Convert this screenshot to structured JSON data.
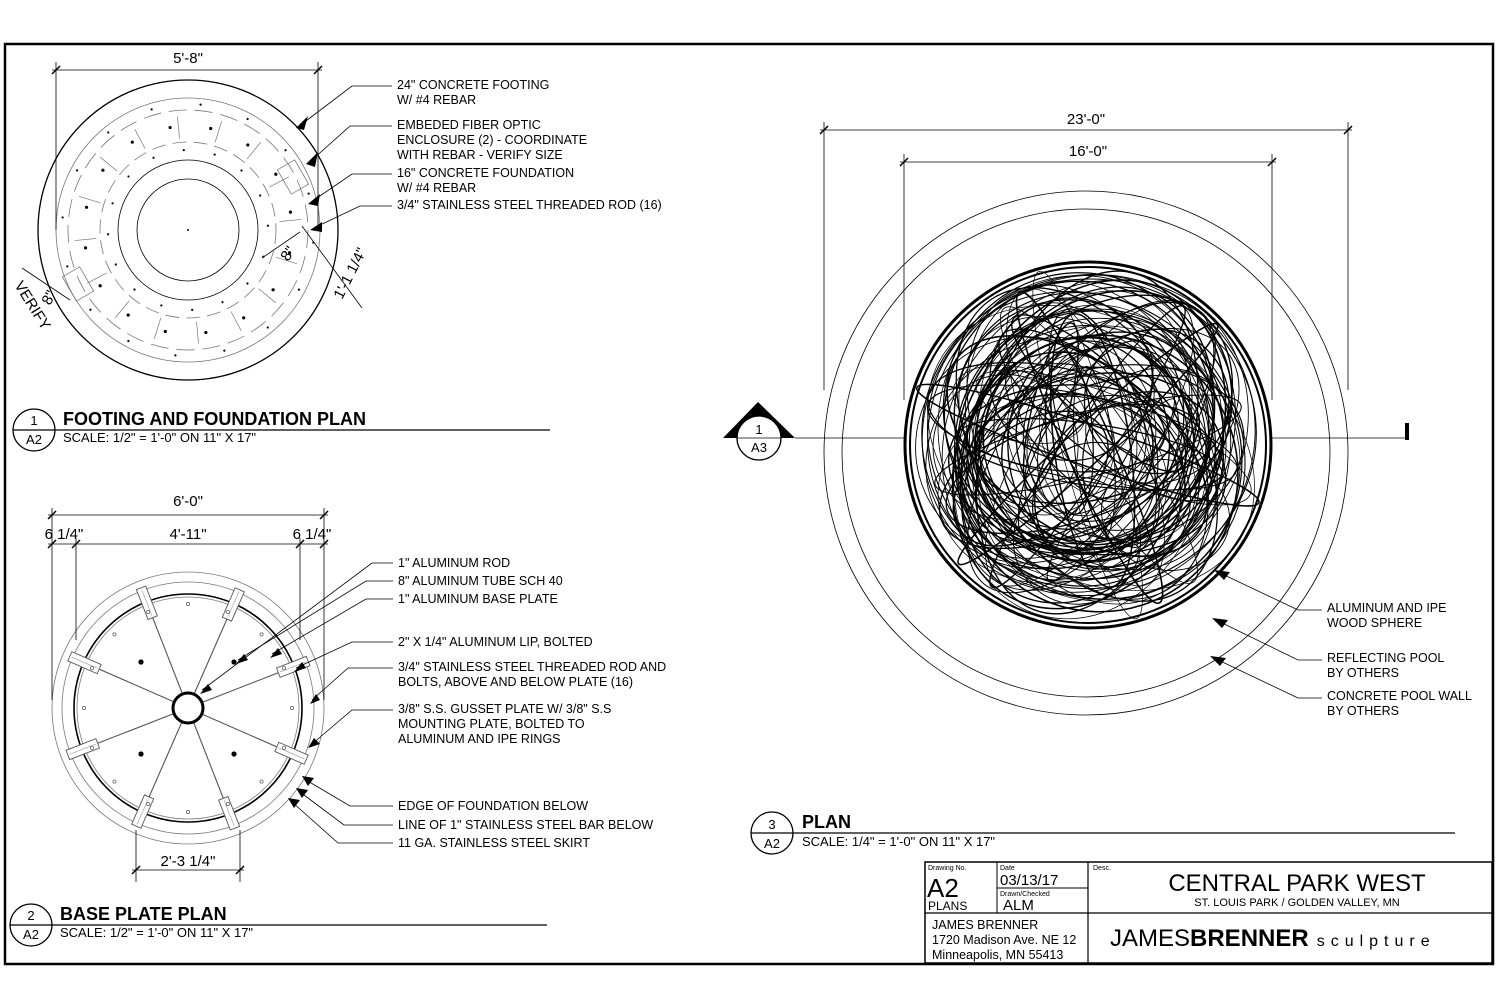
{
  "drawing_1": {
    "bubble_num": "1",
    "bubble_sheet": "A2",
    "title": "FOOTING AND FOUNDATION PLAN",
    "scale": "SCALE: 1/2\" = 1'-0\" ON 11\" X 17\"",
    "dims": {
      "overall": "5'-8\"",
      "ring": "8\"",
      "ring_outer": "1'-1 1/4\"",
      "verify_val": "8\"",
      "verify_label": "VERIFY"
    },
    "notes": [
      [
        "24\" CONCRETE FOOTING",
        "W/ #4 REBAR"
      ],
      [
        "EMBEDED FIBER OPTIC",
        "ENCLOSURE (2) - COORDINATE",
        "WITH REBAR - VERIFY SIZE"
      ],
      [
        "16\" CONCRETE FOUNDATION",
        "W/ #4 REBAR"
      ],
      [
        "3/4\" STAINLESS STEEL THREADED ROD (16)"
      ]
    ]
  },
  "drawing_2": {
    "bubble_num": "2",
    "bubble_sheet": "A2",
    "title": "BASE PLATE PLAN",
    "scale": "SCALE: 1/2\" = 1'-0\" ON 11\" X 17\"",
    "dims": {
      "overall": "6'-0\"",
      "left": "6 1/4\"",
      "middle": "4'-11\"",
      "right": "6 1/4\"",
      "bottom": "2'-3 1/4\""
    },
    "notes": [
      [
        "1\" ALUMINUM ROD"
      ],
      [
        "8\" ALUMINUM TUBE SCH 40"
      ],
      [
        "1\" ALUMINUM BASE PLATE"
      ],
      [
        "2\" X 1/4\" ALUMINUM LIP, BOLTED"
      ],
      [
        "3/4\" STAINLESS STEEL THREADED ROD AND",
        "BOLTS, ABOVE AND BELOW PLATE (16)"
      ],
      [
        "3/8\" S.S. GUSSET PLATE W/ 3/8\" S.S",
        "MOUNTING PLATE, BOLTED TO",
        "ALUMINUM AND IPE RINGS"
      ],
      [
        "EDGE OF FOUNDATION BELOW"
      ],
      [
        "LINE OF 1\" STAINLESS STEEL BAR BELOW"
      ],
      [
        "11 GA. STAINLESS STEEL SKIRT"
      ]
    ]
  },
  "drawing_3": {
    "bubble_num": "3",
    "bubble_sheet": "A2",
    "title": "PLAN",
    "scale": "SCALE: 1/4\" = 1'-0\" ON 11\" X 17\"",
    "dims": {
      "outer": "23'-0\"",
      "inner": "16'-0\""
    },
    "section_num": "1",
    "section_sheet": "A3",
    "notes": [
      [
        "ALUMINUM AND IPE",
        "WOOD SPHERE"
      ],
      [
        "REFLECTING POOL",
        "BY OTHERS"
      ],
      [
        "CONCRETE POOL WALL",
        "BY OTHERS"
      ]
    ]
  },
  "title_block": {
    "drawing_no_label": "Drawing No.",
    "drawing_no": "A2",
    "sheet_name": "PLANS",
    "date_label": "Date",
    "date": "03/13/17",
    "drawn_label": "Drawn/Checked",
    "drawn": "ALM",
    "desc_label": "Desc.",
    "project": "CENTRAL PARK WEST",
    "location": "ST. LOUIS PARK / GOLDEN VALLEY, MN",
    "address": [
      "JAMES BRENNER",
      "1720 Madison Ave. NE 12",
      "Minneapolis, MN 55413"
    ],
    "logo": {
      "first": "JAMES",
      "last": "BRENNER",
      "tag": "sculpture"
    }
  }
}
